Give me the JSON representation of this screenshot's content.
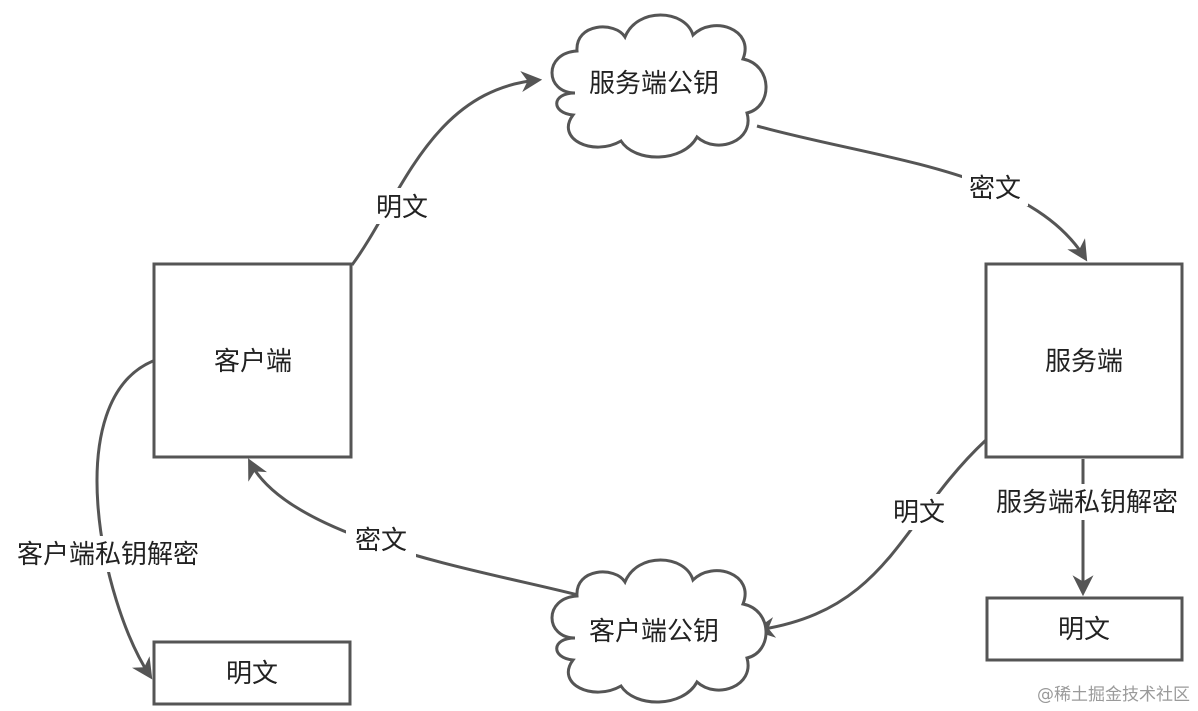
{
  "nodes": {
    "client": "客户端",
    "server": "服务端",
    "server_public_key": "服务端公钥",
    "client_public_key": "客户端公钥",
    "client_plaintext": "明文",
    "server_plaintext": "明文"
  },
  "edges": {
    "client_to_server_key": "明文",
    "server_key_to_server": "密文",
    "server_to_client_key": "明文",
    "client_key_to_client": "密文",
    "client_decrypt": "客户端私钥解密",
    "server_decrypt": "服务端私钥解密"
  },
  "watermark": "@稀土掘金技术社区"
}
